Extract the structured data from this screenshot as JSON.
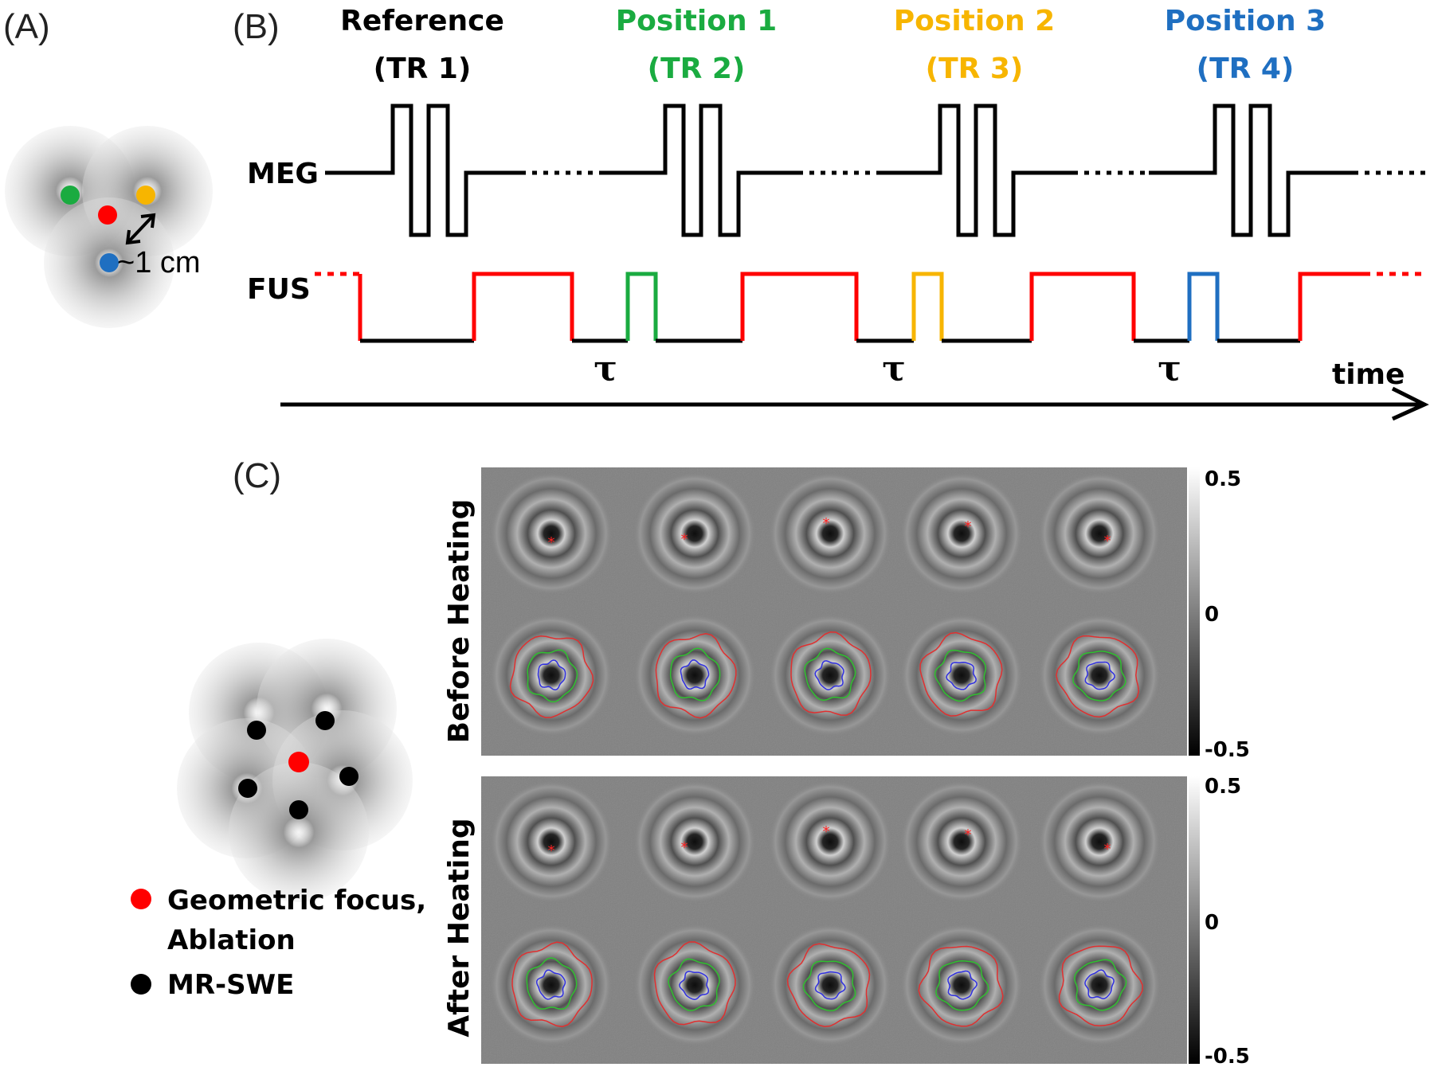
{
  "panels": {
    "a": {
      "label": "(A)",
      "distance": "~1 cm"
    },
    "b": {
      "label": "(B)",
      "columns": [
        {
          "title": "Reference",
          "tr": "(TR 1)",
          "color": "#000000"
        },
        {
          "title": "Position 1",
          "tr": "(TR 2)",
          "color": "#1aab40"
        },
        {
          "title": "Position 2",
          "tr": "(TR 3)",
          "color": "#f7b500"
        },
        {
          "title": "Position 3",
          "tr": "(TR 4)",
          "color": "#1f6fc1"
        }
      ],
      "meg_label": "MEG",
      "fus_label": "FUS",
      "tau": "τ",
      "time_label": "time"
    },
    "c": {
      "label": "(C)",
      "row_titles": [
        "Before Heating",
        "After Heating"
      ],
      "colorbar_ticks": [
        "0.5",
        "0",
        "-0.5"
      ],
      "legend": [
        {
          "text_lines": [
            "Geometric focus,",
            "Ablation"
          ],
          "color": "#ff0000"
        },
        {
          "text_lines": [
            "MR-SWE"
          ],
          "color": "#000000"
        }
      ]
    }
  },
  "colors": {
    "red": "#ff0000",
    "green": "#1aab40",
    "yellow": "#f7b500",
    "blue": "#1f6fc1",
    "black": "#000000",
    "image_background": "#808080"
  }
}
